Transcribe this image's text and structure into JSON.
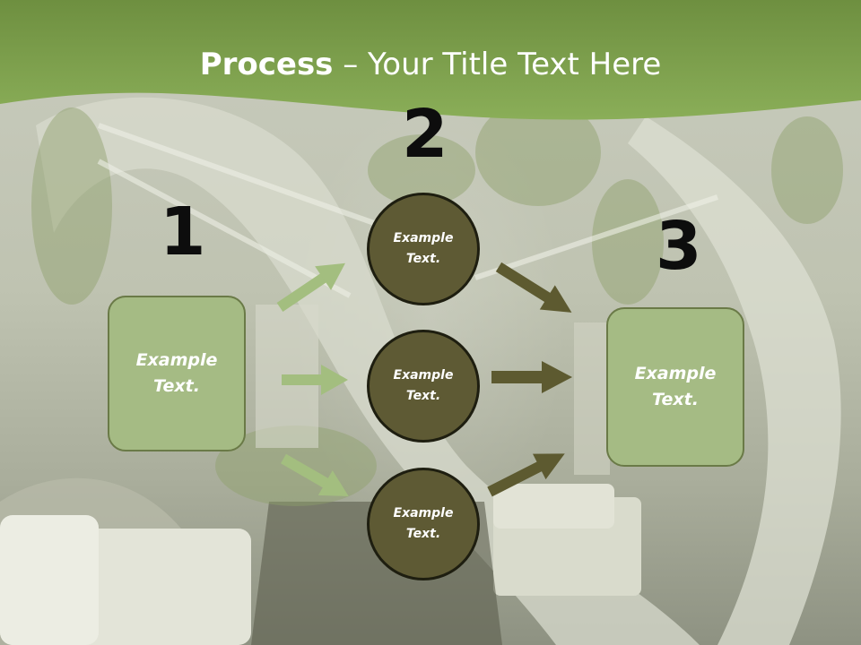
{
  "slide": {
    "title_bold": "Process",
    "title_rest": " – Your Title Text Here"
  },
  "steps": [
    {
      "number": "1",
      "label": "Example Text."
    },
    {
      "number": "2",
      "label": "Example Text."
    },
    {
      "number": "3",
      "label": "Example Text."
    }
  ],
  "circles": [
    {
      "label": "Example Text."
    },
    {
      "label": "Example Text."
    },
    {
      "label": "Example Text."
    }
  ],
  "colors": {
    "title_band": "#78994a",
    "box_fill": "#a5bb84",
    "circle_fill": "#5e5a34",
    "light_arrow": "#a3be7f",
    "dark_arrow": "#5d5a30"
  }
}
